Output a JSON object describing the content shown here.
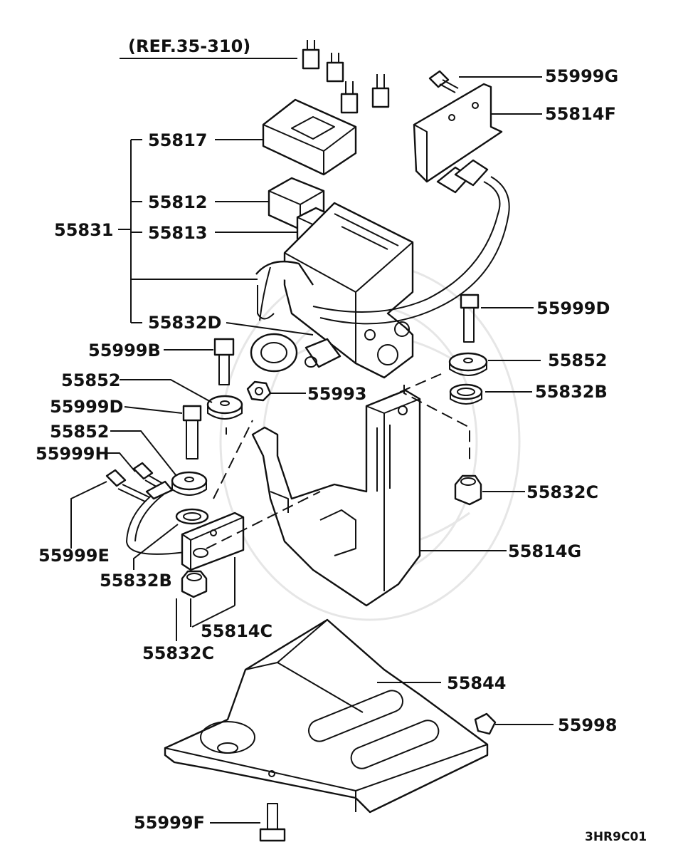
{
  "reference": "(REF.35-310)",
  "diagram_code": "3HR9C01",
  "labels": {
    "p55999G": "55999G",
    "p55814F": "55814F",
    "p55817": "55817",
    "p55812": "55812",
    "p55831": "55831",
    "p55813": "55813",
    "p55999D_top": "55999D",
    "p55832D": "55832D",
    "p55999B": "55999B",
    "p55852_right": "55852",
    "p55852_left_top": "55852",
    "p55993": "55993",
    "p55832B_right": "55832B",
    "p55999D_left": "55999D",
    "p55852_left_mid": "55852",
    "p55999H": "55999H",
    "p55832C_right": "55832C",
    "p55814G": "55814G",
    "p55999E": "55999E",
    "p55832B_left": "55832B",
    "p55814C": "55814C",
    "p55832C_left": "55832C",
    "p55844": "55844",
    "p55998": "55998",
    "p55999F": "55999F"
  }
}
